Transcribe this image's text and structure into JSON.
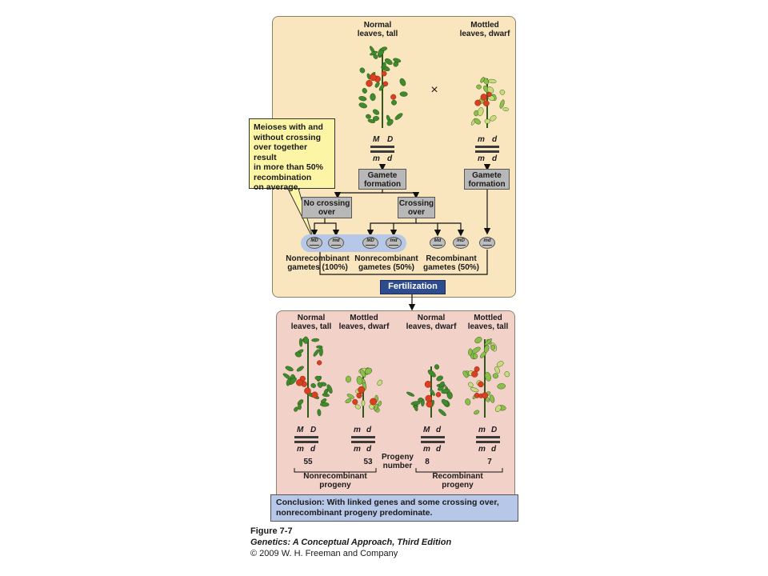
{
  "parents": {
    "left": {
      "label": "Normal\nleaves, tall",
      "genotype": {
        "top": [
          "M",
          "D"
        ],
        "bottom": [
          "m",
          "d"
        ]
      }
    },
    "cross_symbol": "×",
    "right": {
      "label": "Mottled\nleaves, dwarf",
      "genotype": {
        "top": [
          "m",
          "d"
        ],
        "bottom": [
          "m",
          "d"
        ]
      }
    }
  },
  "gamete_formation_label": "Gamete\nformation",
  "callout": "Meioses with and\nwithout crossing\nover together result\nin more than 50%\nrecombination\non average.",
  "no_crossing_over": "No crossing\nover",
  "crossing_over": "Crossing\nover",
  "gametes": [
    {
      "alleles": [
        "M",
        "D"
      ]
    },
    {
      "alleles": [
        "m",
        "d"
      ]
    },
    {
      "alleles": [
        "M",
        "D"
      ]
    },
    {
      "alleles": [
        "m",
        "d"
      ]
    },
    {
      "alleles": [
        "M",
        "d"
      ]
    },
    {
      "alleles": [
        "m",
        "D"
      ]
    },
    {
      "alleles": [
        "m",
        "d"
      ]
    }
  ],
  "gamete_labels": {
    "nonrecombinant_100": "Nonrecombinant\ngametes (100%)",
    "nonrecombinant_50": "Nonrecombinant\ngametes (50%)",
    "recombinant_50": "Recombinant\ngametes (50%)"
  },
  "fertilization": "Fertilization",
  "progeny": [
    {
      "label": "Normal\nleaves, tall",
      "genotype": {
        "top": [
          "M",
          "D"
        ],
        "bottom": [
          "m",
          "d"
        ]
      },
      "count": "55"
    },
    {
      "label": "Mottled\nleaves, dwarf",
      "genotype": {
        "top": [
          "m",
          "d"
        ],
        "bottom": [
          "m",
          "d"
        ]
      },
      "count": "53"
    },
    {
      "label": "Normal\nleaves, dwarf",
      "genotype": {
        "top": [
          "M",
          "d"
        ],
        "bottom": [
          "m",
          "d"
        ]
      },
      "count": "8"
    },
    {
      "label": "Mottled\nleaves, tall",
      "genotype": {
        "top": [
          "m",
          "D"
        ],
        "bottom": [
          "m",
          "d"
        ]
      },
      "count": "7"
    }
  ],
  "progeny_number_label": "Progeny\nnumber",
  "nonrecombinant_progeny": "Nonrecombinant\nprogeny",
  "recombinant_progeny": "Recombinant\nprogeny",
  "conclusion": {
    "lead": "Conclusion:",
    "text": " With linked genes and some crossing over, nonrecombinant progeny predominate."
  },
  "caption": {
    "figure": "Figure 7-7",
    "book": "Genetics: A Conceptual Approach, Third Edition",
    "copyright": "© 2009 W. H. Freeman and Company"
  },
  "colors": {
    "top_panel": "#f9e6be",
    "bottom_panel": "#f2d1c8",
    "callout": "#fdf5a6",
    "fertilization": "#2d4b8f",
    "conclusion": "#b7c7e8",
    "plant_leaf_normal": "#3f8a2a",
    "plant_leaf_mottled": "#8cbf4a",
    "tomato": "#d8401f"
  },
  "icons": {
    "plant": "tomato-plant-icon",
    "arrow": "arrow-down-icon"
  }
}
